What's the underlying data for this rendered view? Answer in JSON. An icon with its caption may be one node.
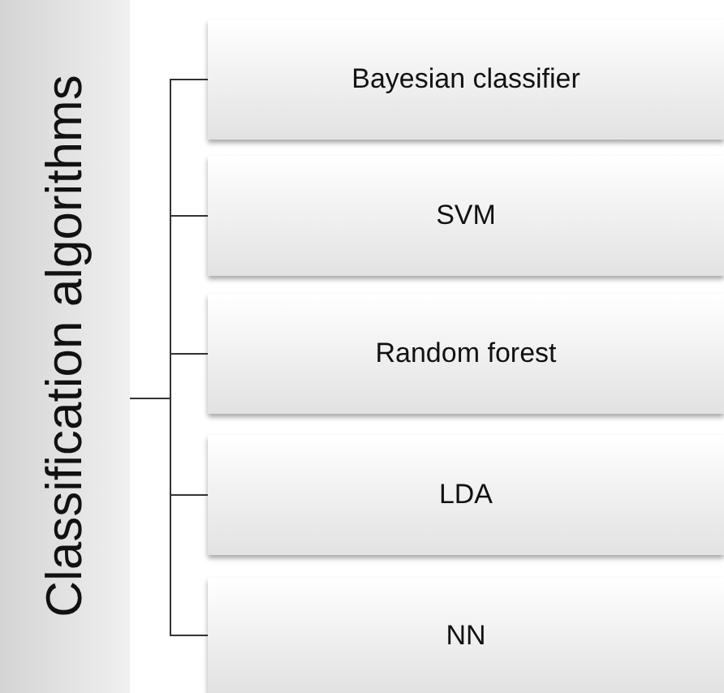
{
  "diagram": {
    "nodes": [
      {
        "text": [
          "Classification algorithms"
        ]
      },
      {
        "text": [
          "Bayesian classifier"
        ]
      },
      {
        "text": [
          "SVM"
        ]
      },
      {
        "text": [
          "Random forest"
        ]
      },
      {
        "text": [
          "LDA"
        ]
      },
      {
        "text": [
          "NN"
        ]
      }
    ],
    "edges": [
      {
        "from": 0,
        "to": 1,
        "arrow": "none"
      },
      {
        "from": 0,
        "to": 2,
        "arrow": "none"
      },
      {
        "from": 0,
        "to": 3,
        "arrow": "none"
      },
      {
        "from": 0,
        "to": 4,
        "arrow": "none"
      },
      {
        "from": 0,
        "to": 5,
        "arrow": "none"
      }
    ]
  }
}
